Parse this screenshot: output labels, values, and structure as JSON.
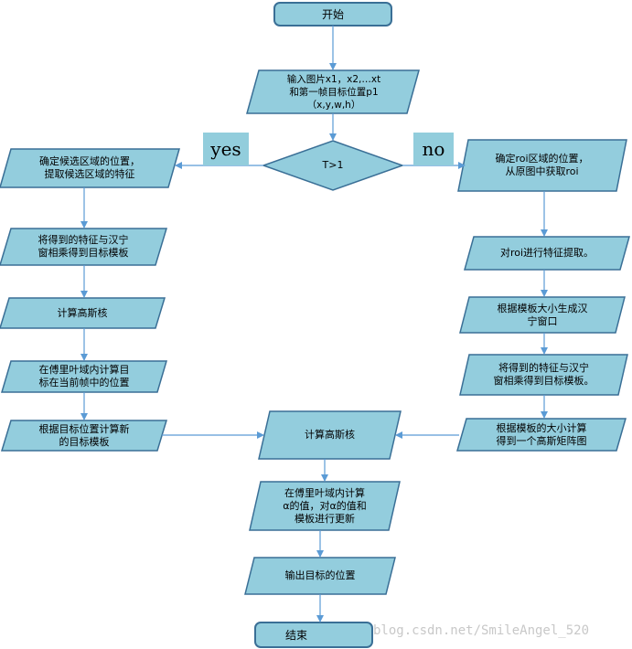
{
  "colors": {
    "fill": "#93cddd",
    "stroke": "#3a6f96",
    "arrow": "#5b9bd5",
    "tag": "#92cddc"
  },
  "nodes": {
    "start": "开始",
    "input": "输入图片x1，x2,…xt\n和第一帧目标位置p1\n（x,y,w,h）",
    "decision": "T>1",
    "yes_1": "确定候选区域的位置，\n提取候选区域的特征",
    "yes_2": "将得到的特征与汉宁\n窗相乘得到目标模板",
    "yes_3": "计算高斯核",
    "yes_4": "在傅里叶域内计算目\n标在当前帧中的位置",
    "yes_5": "根据目标位置计算新\n的目标模板",
    "no_1": "确定roi区域的位置，\n从原图中获取roi",
    "no_2": "对roi进行特征提取。",
    "no_3": "根据模板大小生成汉\n宁窗口",
    "no_4": "将得到的特征与汉宁\n窗相乘得到目标模板。",
    "no_5": "根据模板的大小计算\n得到一个高斯矩阵图",
    "center_1": "计算高斯核",
    "center_2": "在傅里叶域内计算\nα的值，对α的值和\n模板进行更新",
    "center_3": "输出目标的位置",
    "end": "结束"
  },
  "labels": {
    "yes": "yes",
    "no": "no"
  },
  "watermark": "blog.csdn.net/SmileAngel_520"
}
